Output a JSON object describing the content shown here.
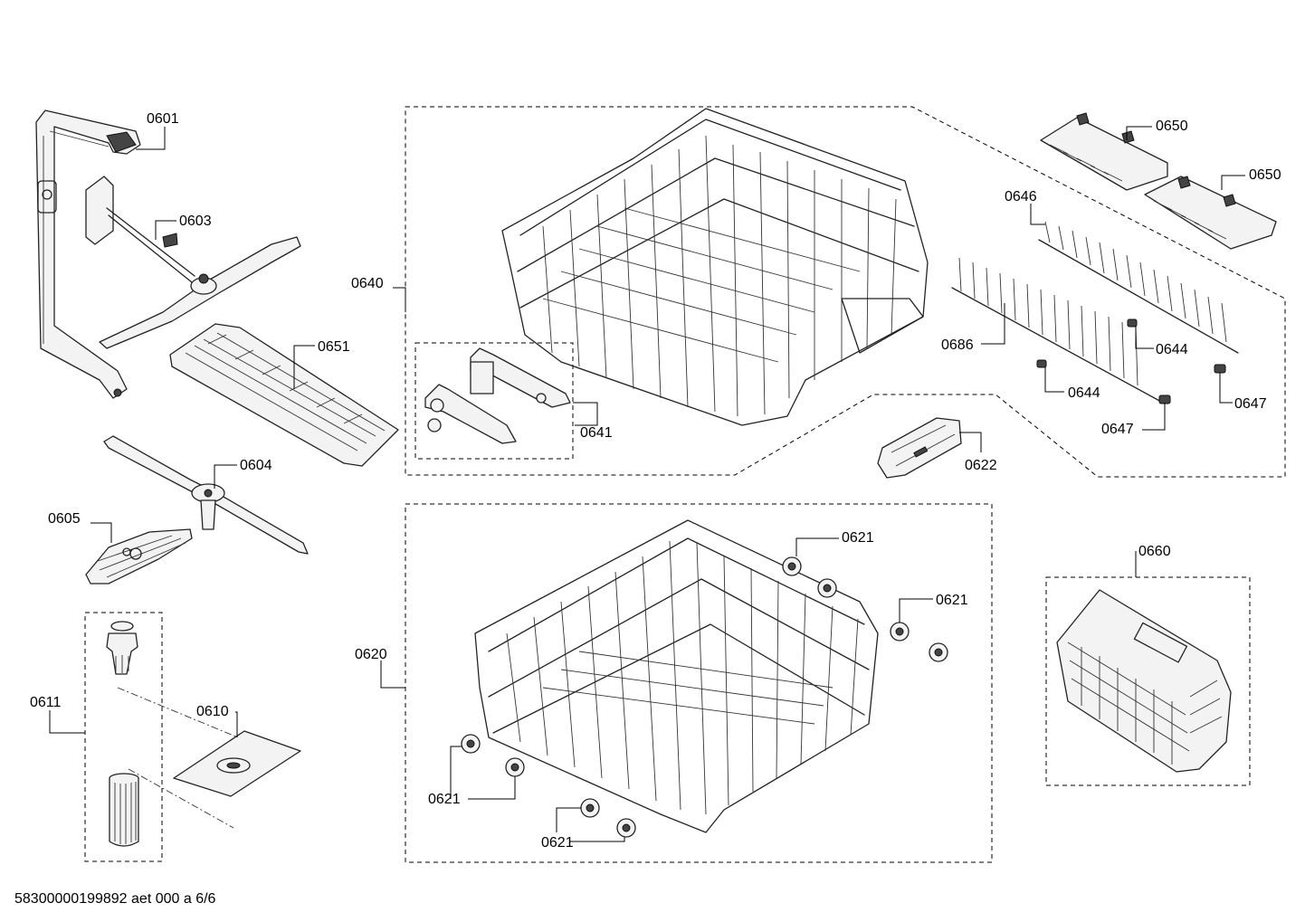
{
  "labels": {
    "p0601": "0601",
    "p0603": "0603",
    "p0604": "0604",
    "p0605": "0605",
    "p0610": "0610",
    "p0611": "0611",
    "p0620": "0620",
    "p0621_a": "0621",
    "p0621_b": "0621",
    "p0621_c": "0621",
    "p0621_d": "0621",
    "p0622": "0622",
    "p0640": "0640",
    "p0641": "0641",
    "p0644_a": "0644",
    "p0644_b": "0644",
    "p0646": "0646",
    "p0647_a": "0647",
    "p0647_b": "0647",
    "p0650_a": "0650",
    "p0650_b": "0650",
    "p0651": "0651",
    "p0660": "0660",
    "p0686": "0686"
  },
  "footer": "58300000199892 aet 000 a 6/6"
}
